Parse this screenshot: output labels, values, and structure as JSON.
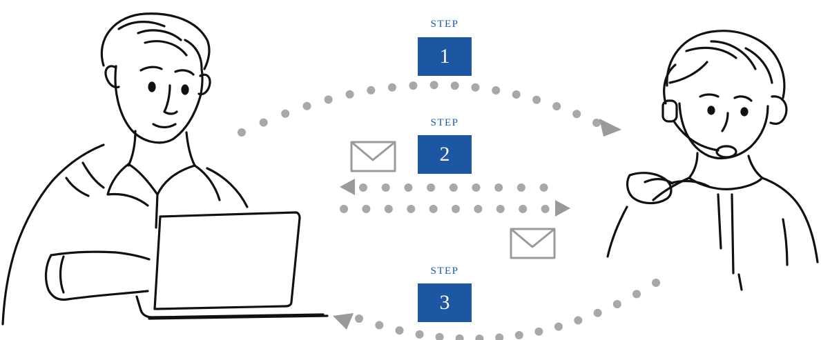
{
  "colors": {
    "step_blue": "#1d56a3",
    "dots_gray": "#a8a8a8",
    "arrow_gray": "#9a9a9a",
    "ink": "#111111"
  },
  "steps": [
    {
      "label": "STEP",
      "number": "1"
    },
    {
      "label": "STEP",
      "number": "2"
    },
    {
      "label": "STEP",
      "number": "3"
    }
  ],
  "icons": [
    "customer-with-laptop-illustration",
    "support-agent-with-headset-illustration",
    "envelope-icon",
    "arrow-icon"
  ]
}
